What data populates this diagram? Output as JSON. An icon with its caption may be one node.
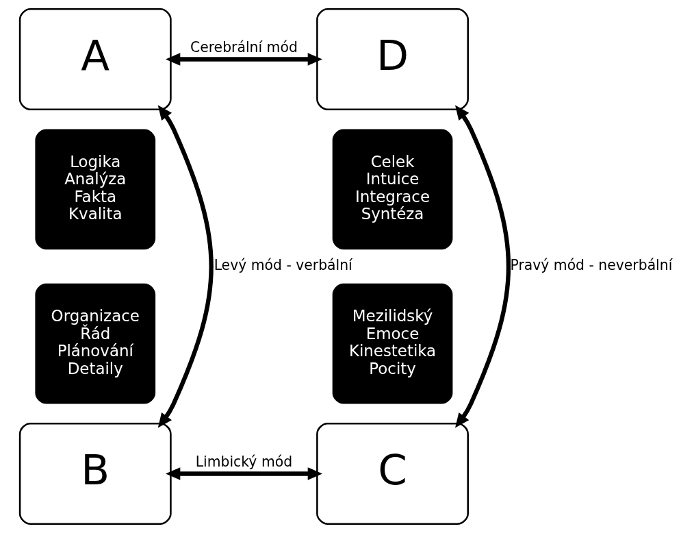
{
  "diagram": {
    "nodes": [
      {
        "text": [
          "A"
        ]
      },
      {
        "text": [
          "D"
        ]
      },
      {
        "text": [
          "Logika Analýza Fakta Kvalita"
        ]
      },
      {
        "text": [
          "Celek Intuice Integrace Syntéza"
        ]
      },
      {
        "text": [
          "Organizace Řád Plánování Detaily"
        ]
      },
      {
        "text": [
          "Mezilidský Emoce Kinestetika Pocity"
        ]
      },
      {
        "text": [
          "B"
        ]
      },
      {
        "text": [
          "C"
        ]
      }
    ],
    "edges": [
      {
        "from": 0,
        "to": 1,
        "arrow": "both",
        "label": "Cerebrální mód"
      },
      {
        "from": 0,
        "to": 6,
        "arrow": "both",
        "label": "Levý mód - verbální"
      },
      {
        "from": 1,
        "to": 7,
        "arrow": "both",
        "label": "Pravý mód - neverbální"
      },
      {
        "from": 6,
        "to": 7,
        "arrow": "both",
        "label": "Limbický mód"
      }
    ]
  }
}
